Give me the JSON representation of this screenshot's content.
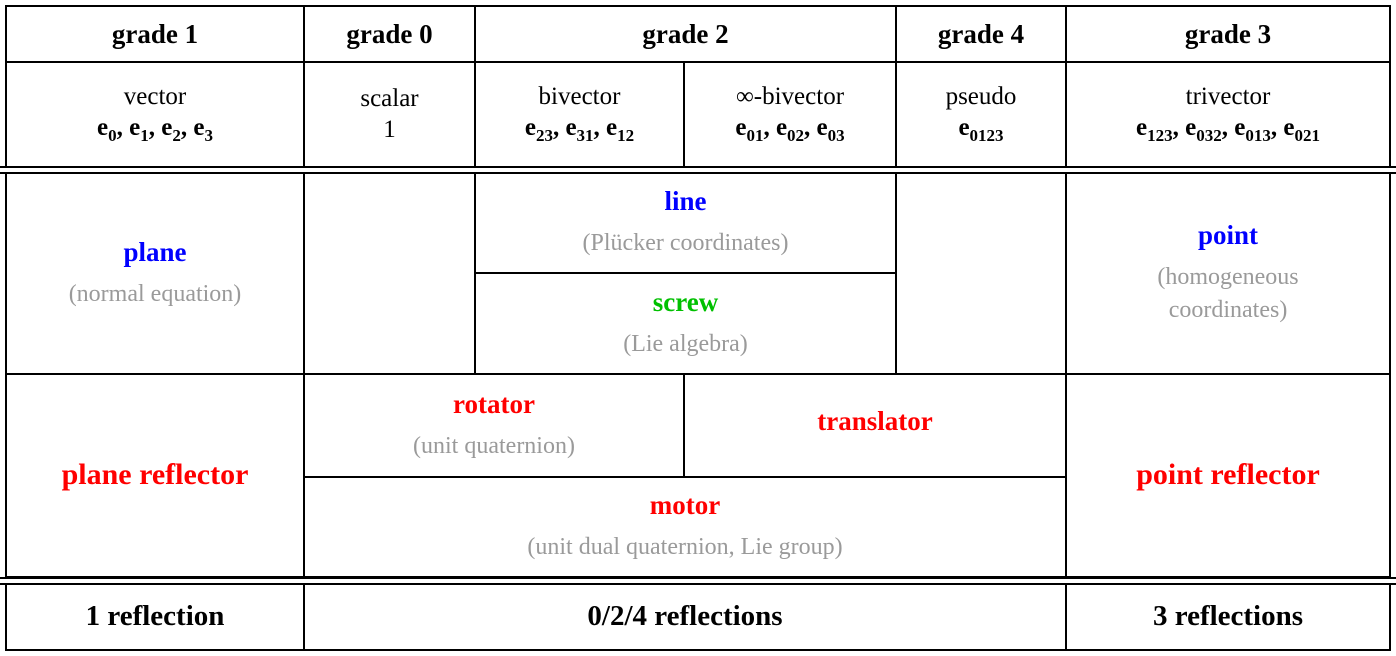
{
  "table": {
    "grade_headers": [
      {
        "label": "grade 1"
      },
      {
        "label": "grade 0"
      },
      {
        "label": "grade 2"
      },
      {
        "label": "grade 4"
      },
      {
        "label": "grade 3"
      }
    ],
    "element_types": [
      {
        "name": "vector",
        "basis_prefix": "e",
        "basis": "e₀, e₁, e₂, e₃",
        "basis_parts": [
          "0",
          "1",
          "2",
          "3"
        ]
      },
      {
        "name": "scalar",
        "basis": "1",
        "basis_parts": []
      },
      {
        "name": "bivector",
        "basis": "e₂₃, e₃₁, e₁₂",
        "basis_parts": [
          "23",
          "31",
          "12"
        ]
      },
      {
        "name": "∞-bivector",
        "basis": "e₀₁, e₀₂, e₀₃",
        "basis_parts": [
          "01",
          "02",
          "03"
        ]
      },
      {
        "name": "pseudo",
        "basis": "e₀₁₂₃",
        "basis_parts": [
          "0123"
        ]
      },
      {
        "name": "trivector",
        "basis": "e₁₂₃, e₀₃₂, e₀₁₃, e₀₂₁",
        "basis_parts": [
          "123",
          "032",
          "013",
          "021"
        ]
      }
    ],
    "geometry_row": {
      "plane": {
        "label": "plane",
        "note": "(normal equation)",
        "color": "#0000ff"
      },
      "line": {
        "label": "line",
        "note": "(Plücker coordinates)",
        "color": "#0000ff"
      },
      "screw": {
        "label": "screw",
        "note": "(Lie algebra)",
        "color": "#00c000"
      },
      "point": {
        "label": "point",
        "note_line1": "(homogeneous",
        "note_line2": "coordinates)",
        "color": "#0000ff"
      }
    },
    "operator_row": {
      "plane_reflector": {
        "label": "plane reflector",
        "color": "#ff0000"
      },
      "rotator": {
        "label": "rotator",
        "note": "(unit quaternion)",
        "color": "#ff0000"
      },
      "translator": {
        "label": "translator",
        "note": "",
        "color": "#ff0000"
      },
      "motor": {
        "label": "motor",
        "note": "(unit dual quaternion, Lie group)",
        "color": "#ff0000"
      },
      "point_reflector": {
        "label": "point reflector",
        "color": "#ff0000"
      }
    },
    "reflection_row": [
      {
        "label": "1 reflection"
      },
      {
        "label": "0/2/4 reflections"
      },
      {
        "label": "3 reflections"
      }
    ],
    "colors": {
      "blue": "#0000ff",
      "green": "#00c000",
      "red": "#ff0000",
      "gray_note": "#9a9a9a",
      "rule": "#000000"
    }
  }
}
